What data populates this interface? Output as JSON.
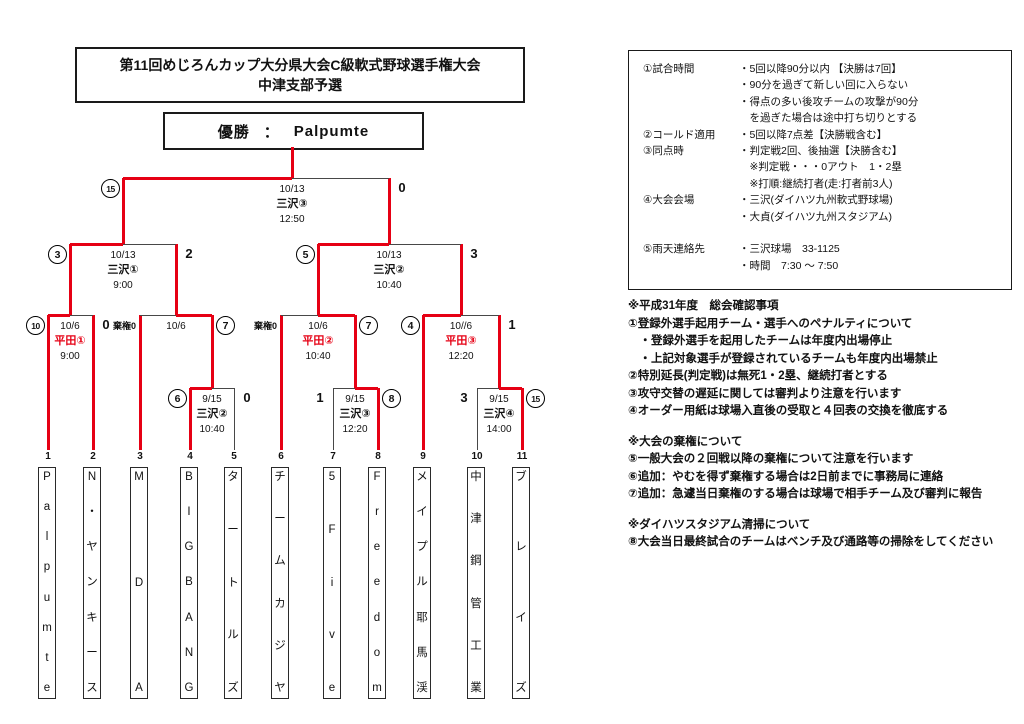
{
  "title": {
    "line1": "第11回めじろんカップ大分県大会C級軟式野球選手権大会",
    "line2": "中津支部予選"
  },
  "champion": {
    "label": "優勝",
    "colon": "：",
    "name": "Palpumte"
  },
  "teams": [
    {
      "no": "1",
      "name": "Palpumte"
    },
    {
      "no": "2",
      "name": "N・ヤンキース"
    },
    {
      "no": "3",
      "name": "MDA"
    },
    {
      "no": "4",
      "name": "BIGBANG"
    },
    {
      "no": "5",
      "name": "タートルズ"
    },
    {
      "no": "6",
      "name": "チームカジヤ"
    },
    {
      "no": "7",
      "name": "5Five"
    },
    {
      "no": "8",
      "name": "Freedom"
    },
    {
      "no": "9",
      "name": "メイプル耶馬渓"
    },
    {
      "no": "10",
      "name": "中津鋼管工業"
    },
    {
      "no": "11",
      "name": "ブレイズ"
    }
  ],
  "matches": {
    "r1a": {
      "date": "9/15",
      "venue": "三沢②",
      "venue_red": false,
      "time": "10:40",
      "left_score": "6",
      "right_score": "0",
      "winner": "left"
    },
    "r1b": {
      "date": "9/15",
      "venue": "三沢③",
      "venue_red": false,
      "time": "12:20",
      "left_score": "1",
      "right_score": "8",
      "winner": "right"
    },
    "r1c": {
      "date": "9/15",
      "venue": "三沢④",
      "venue_red": false,
      "time": "14:00",
      "left_score": "3",
      "right_score": "15",
      "winner": "right"
    },
    "qf1": {
      "date": "10/6",
      "venue": "平田①",
      "venue_red": true,
      "time": "9:00",
      "left_score": "10",
      "right_score": "0",
      "winner": "left"
    },
    "qf2": {
      "date": "10/6",
      "venue": "",
      "venue_red": false,
      "time": "",
      "left_label": "棄権0",
      "right_score": "7",
      "winner": "right"
    },
    "qf3": {
      "date": "10/6",
      "venue": "平田②",
      "venue_red": true,
      "time": "10:40",
      "left_label": "棄権0",
      "right_score": "7",
      "winner": "right"
    },
    "qf4": {
      "date": "10//6",
      "venue": "平田③",
      "venue_red": true,
      "time": "12:20",
      "left_score": "4",
      "right_score": "1",
      "winner": "left"
    },
    "sf1": {
      "date": "10/13",
      "venue": "三沢①",
      "venue_red": false,
      "time": "9:00",
      "left_score": "3",
      "right_score": "2",
      "winner": "left"
    },
    "sf2": {
      "date": "10/13",
      "venue": "三沢②",
      "venue_red": false,
      "time": "10:40",
      "left_score": "5",
      "right_score": "3",
      "winner": "left"
    },
    "final": {
      "date": "10/13",
      "venue": "三沢③",
      "venue_red": false,
      "time": "12:50",
      "left_score": "15",
      "right_score": "0",
      "winner": "left"
    }
  },
  "rules_box": {
    "rows": [
      {
        "label": "①試合時間",
        "text": "・5回以降90分以内 【決勝は7回】"
      },
      {
        "label": "",
        "text": "・90分を過ぎて新しい回に入らない"
      },
      {
        "label": "",
        "text": "・得点の多い後攻チームの攻撃が90分"
      },
      {
        "label": "",
        "text": "　を過ぎた場合は途中打ち切りとする"
      },
      {
        "label": "②コールド適用",
        "text": "・5回以降7点差【決勝戦含む】"
      },
      {
        "label": "③同点時",
        "text": "・判定戦2回、後抽選【決勝含む】"
      },
      {
        "label": "",
        "text": "　※判定戦・・・0アウト　1・2塁"
      },
      {
        "label": "",
        "text": "　※打順:継続打者(走:打者前3人)"
      },
      {
        "label": "④大会会場",
        "text": "・三沢(ダイハツ九州軟式野球場)"
      },
      {
        "label": "",
        "text": "・大貞(ダイハツ九州スタジアム)"
      },
      {
        "label": "",
        "text": ""
      },
      {
        "label": "⑤雨天連絡先",
        "text": "・三沢球場　33-1125"
      },
      {
        "label": "",
        "text": "・時間　7:30 ～ 7:50"
      }
    ]
  },
  "notes": [
    {
      "heading": "※平成31年度　総会確認事項",
      "lines": [
        "①登録外選手起用チーム・選手へのペナルティについて",
        "　・登録外選手を起用したチームは年度内出場停止",
        "　・上記対象選手が登録されているチームも年度内出場禁止",
        "②特別延長(判定戦)は無死1・2塁、継続打者とする",
        "③攻守交替の遅延に関しては審判より注意を行います",
        "④オーダー用紙は球場入直後の受取と４回表の交換を徹底する"
      ]
    },
    {
      "heading": "※大会の棄権について",
      "lines": [
        "⑤一般大会の２回戦以降の棄権について注意を行います",
        "⑥追加：やむを得ず棄権する場合は2日前までに事務局に連絡",
        "⑦追加：急遽当日棄権のする場合は球場で相手チーム及び審判に報告"
      ]
    },
    {
      "heading": "※ダイハツスタジアム清掃について",
      "lines": [
        "⑧大会当日最終試合のチームはベンチ及び通路等の掃除をしてください"
      ]
    }
  ],
  "colors": {
    "accent_red": "#e60014",
    "line_gray": "#474747"
  }
}
